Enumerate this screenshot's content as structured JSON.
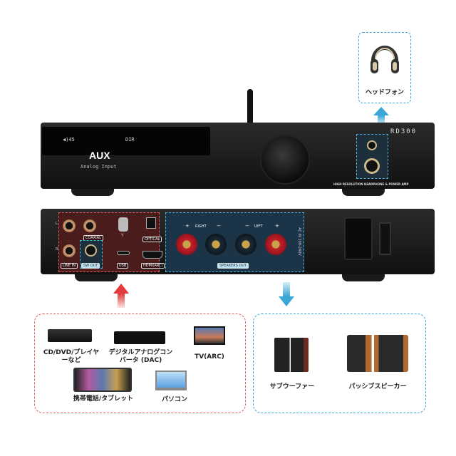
{
  "headphone": {
    "label": "ヘッドフォン"
  },
  "front_panel": {
    "logo": "RD300",
    "volume_display": "◀)45",
    "mode_display": "DIR",
    "input_name": "AUX",
    "input_desc": "Analog Input",
    "tagline": "HIGH RESOLUTION HEADPHONE & POWER AMP"
  },
  "rear_panel": {
    "coaxial": "COAXIAL",
    "optical": "OPTICAL",
    "line_in": "LINE IN",
    "sw_out": "SW OUT",
    "usb": "USB",
    "hdmi": "HDMI(ARC)",
    "right": "RIGHT",
    "left": "LEFT",
    "plus": "+",
    "minus": "−",
    "speakers_out": "SPEAKERS OUT",
    "ac_in": "AC IN 100-240V",
    "ch_l": "L",
    "ch_r": "R"
  },
  "inputs": {
    "items": [
      {
        "label": "CD/DVD/プレイヤーなど"
      },
      {
        "label": "デジタルアナログコンバータ (DAC)"
      },
      {
        "label": "TV(ARC)"
      },
      {
        "label": "携帯電話/タブレット"
      },
      {
        "label": "パソコン"
      }
    ]
  },
  "outputs": {
    "items": [
      {
        "label": "サブウーファー"
      },
      {
        "label": "パッシブスピーカー"
      }
    ]
  },
  "colors": {
    "input_accent": "#e33b3b",
    "output_accent": "#3aa7d8"
  }
}
